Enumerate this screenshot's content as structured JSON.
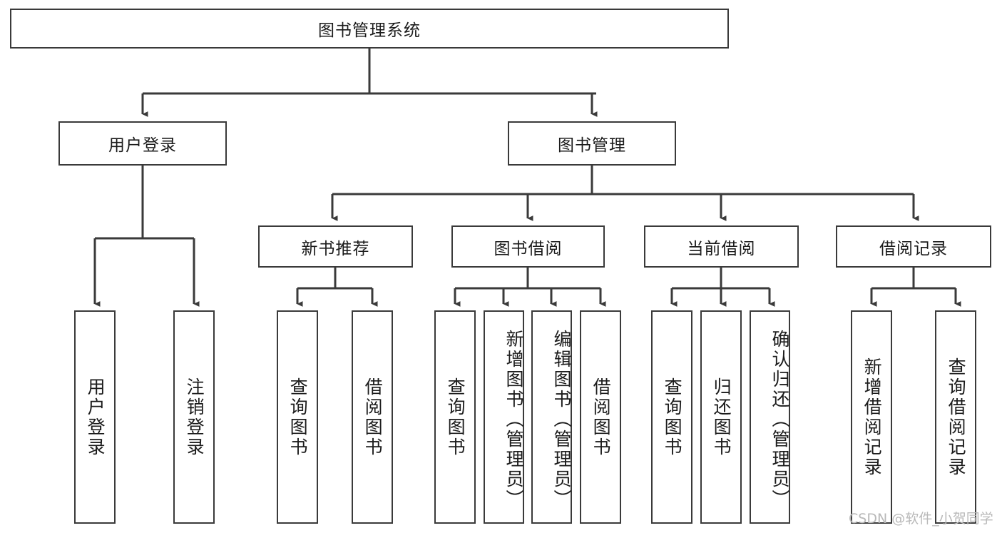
{
  "diagram": {
    "title": "图书管理系统",
    "watermark": "CSDN @软件_小贺同学",
    "root": {
      "label": "图书管理系统"
    },
    "level2": [
      {
        "label": "用户登录"
      },
      {
        "label": "图书管理"
      }
    ],
    "level3": [
      {
        "label": "新书推荐"
      },
      {
        "label": "图书借阅"
      },
      {
        "label": "当前借阅"
      },
      {
        "label": "借阅记录"
      }
    ],
    "leaves": [
      {
        "label": "用户登录",
        "parent": "用户登录"
      },
      {
        "label": "注销登录",
        "parent": "用户登录"
      },
      {
        "label": "查询图书",
        "parent": "新书推荐"
      },
      {
        "label": "借阅图书",
        "parent": "新书推荐"
      },
      {
        "label": "查询图书",
        "parent": "图书借阅"
      },
      {
        "label": "新增图书（管理员）",
        "parent": "图书借阅"
      },
      {
        "label": "编辑图书（管理员）",
        "parent": "图书借阅"
      },
      {
        "label": "借阅图书",
        "parent": "图书借阅"
      },
      {
        "label": "查询图书",
        "parent": "当前借阅"
      },
      {
        "label": "归还图书",
        "parent": "当前借阅"
      },
      {
        "label": "确认归还（管理员）",
        "parent": "当前借阅"
      },
      {
        "label": "新增借阅记录",
        "parent": "借阅记录"
      },
      {
        "label": "查询借阅记录",
        "parent": "借阅记录"
      }
    ],
    "colors": {
      "stroke": "#3a3a3a",
      "background": "#ffffff",
      "text": "#1b1b1b",
      "watermark": "#b9b9b9"
    }
  }
}
